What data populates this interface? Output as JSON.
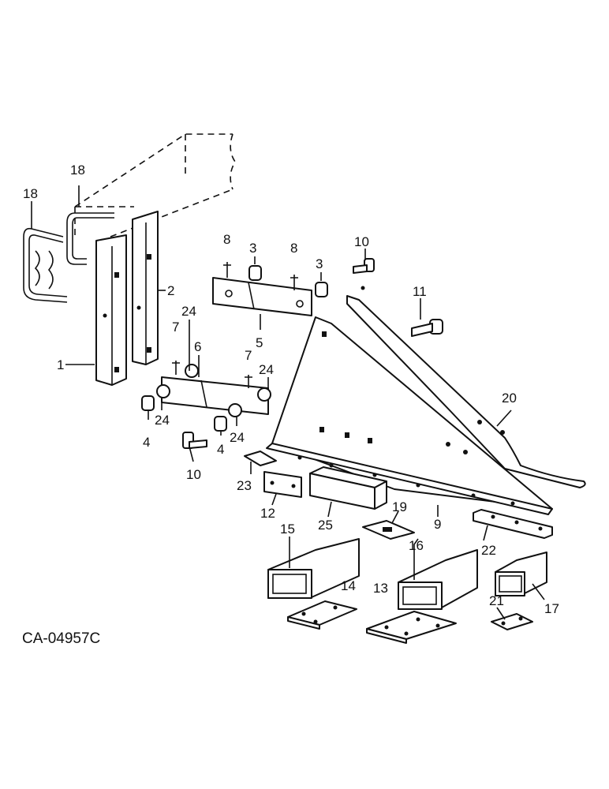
{
  "drawing_code": "CA-04957C",
  "callouts": {
    "c1": "1",
    "c2": "2",
    "c3a": "3",
    "c3b": "3",
    "c4a": "4",
    "c4b": "4",
    "c5": "5",
    "c6": "6",
    "c7a": "7",
    "c7b": "7",
    "c8a": "8",
    "c8b": "8",
    "c9": "9",
    "c10a": "10",
    "c10b": "10",
    "c11": "11",
    "c12": "12",
    "c13": "13",
    "c14": "14",
    "c15": "15",
    "c16": "16",
    "c17": "17",
    "c18a": "18",
    "c18b": "18",
    "c19": "19",
    "c20": "20",
    "c21": "21",
    "c22": "22",
    "c23": "23",
    "c24a": "24",
    "c24b": "24",
    "c24c": "24",
    "c24d": "24",
    "c25": "25"
  }
}
